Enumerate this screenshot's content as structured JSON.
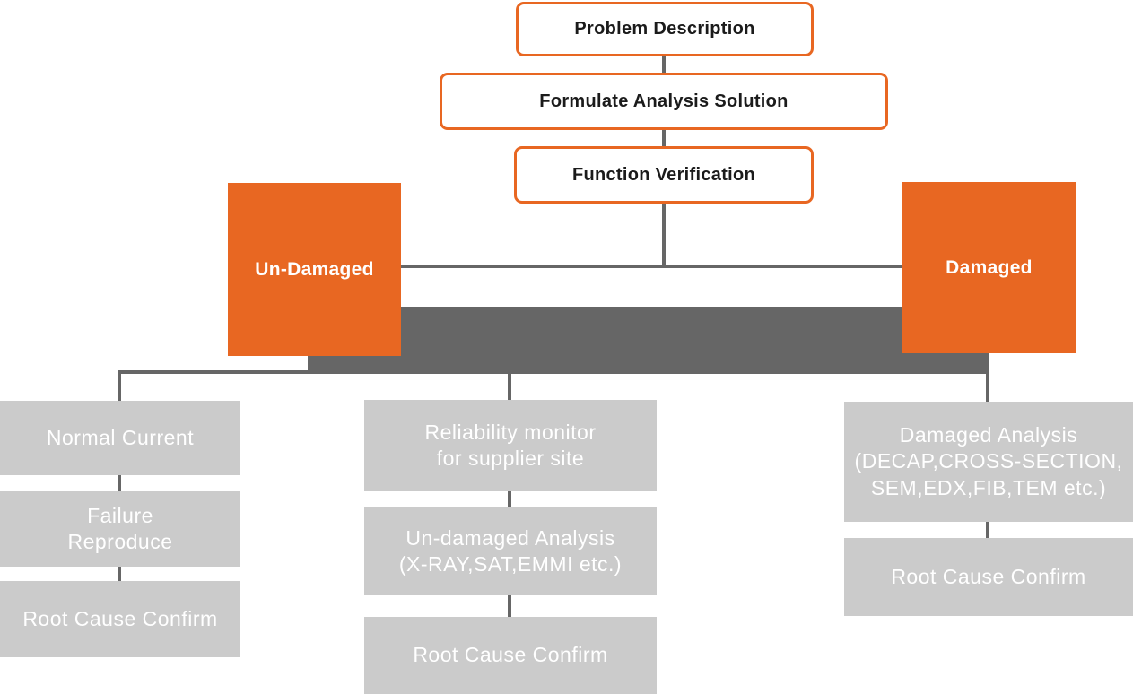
{
  "colors": {
    "orange": "#E86722",
    "line-gray": "#666666",
    "bar-gray": "#666666",
    "step-gray": "#CBCBCB",
    "ink": "#1B1B1B",
    "white": "#FFFFFF"
  },
  "flow": {
    "top_boxes": [
      {
        "label": "Problem Description"
      },
      {
        "label": "Formulate Analysis Solution"
      },
      {
        "label": "Function Verification"
      }
    ],
    "branches": [
      {
        "label": "Un-Damaged"
      },
      {
        "label": "Damaged"
      }
    ],
    "columns": [
      {
        "name": "un-damaged-path-left",
        "steps": [
          "Normal Current",
          "Failure\nReproduce",
          "Root Cause Confirm"
        ]
      },
      {
        "name": "un-damaged-path-middle",
        "steps": [
          "Reliability monitor\nfor supplier site",
          "Un-damaged Analysis\n(X-RAY,SAT,EMMI etc.)",
          "Root Cause Confirm"
        ]
      },
      {
        "name": "damaged-path-right",
        "steps": [
          "Damaged Analysis\n(DECAP,CROSS-SECTION,\nSEM,EDX,FIB,TEM etc.)",
          "Root Cause Confirm"
        ]
      }
    ]
  }
}
